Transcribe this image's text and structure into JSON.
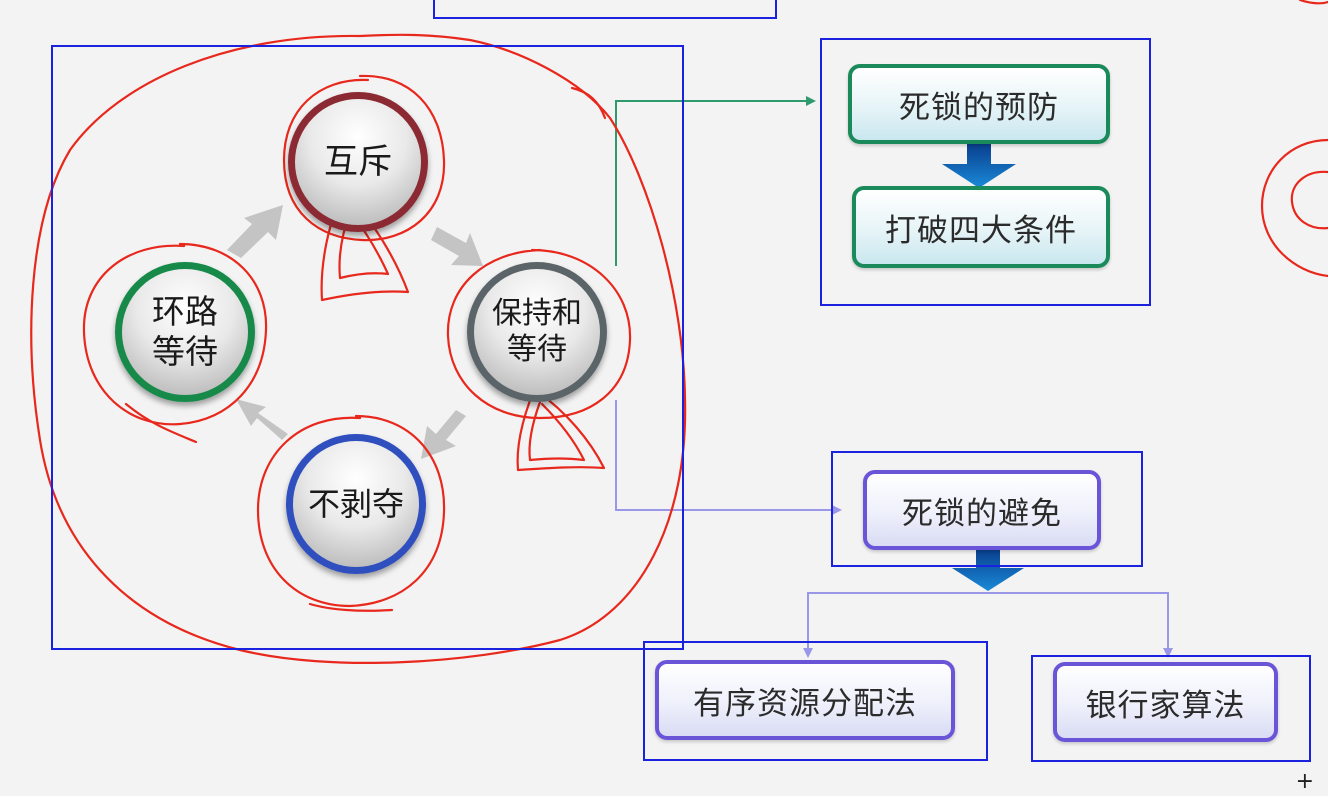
{
  "cycle": {
    "nodes": [
      {
        "id": "mutex",
        "label": "互斥",
        "ring": "#8c2a33"
      },
      {
        "id": "hold_wait",
        "label": "保持和\n等待",
        "ring": "#5b6468"
      },
      {
        "id": "no_preempt",
        "label": "不剥夺",
        "ring": "#2f4fbf"
      },
      {
        "id": "circular_wait",
        "label": "环路\n等待",
        "ring": "#178a4a"
      }
    ]
  },
  "prevention": {
    "title": "死锁的预防",
    "method": "打破四大条件"
  },
  "avoidance": {
    "title": "死锁的避免",
    "methods": [
      "有序资源分配法",
      "银行家算法"
    ]
  },
  "colors": {
    "frame": "#1a22e0",
    "annotation": "#e8281c",
    "connector_green": "#2e9a6e",
    "connector_purple": "#9a97e8",
    "down_arrow": "#0f73c4",
    "cycle_arrow": "#c4c4c4"
  },
  "cursor_glyph": "+"
}
